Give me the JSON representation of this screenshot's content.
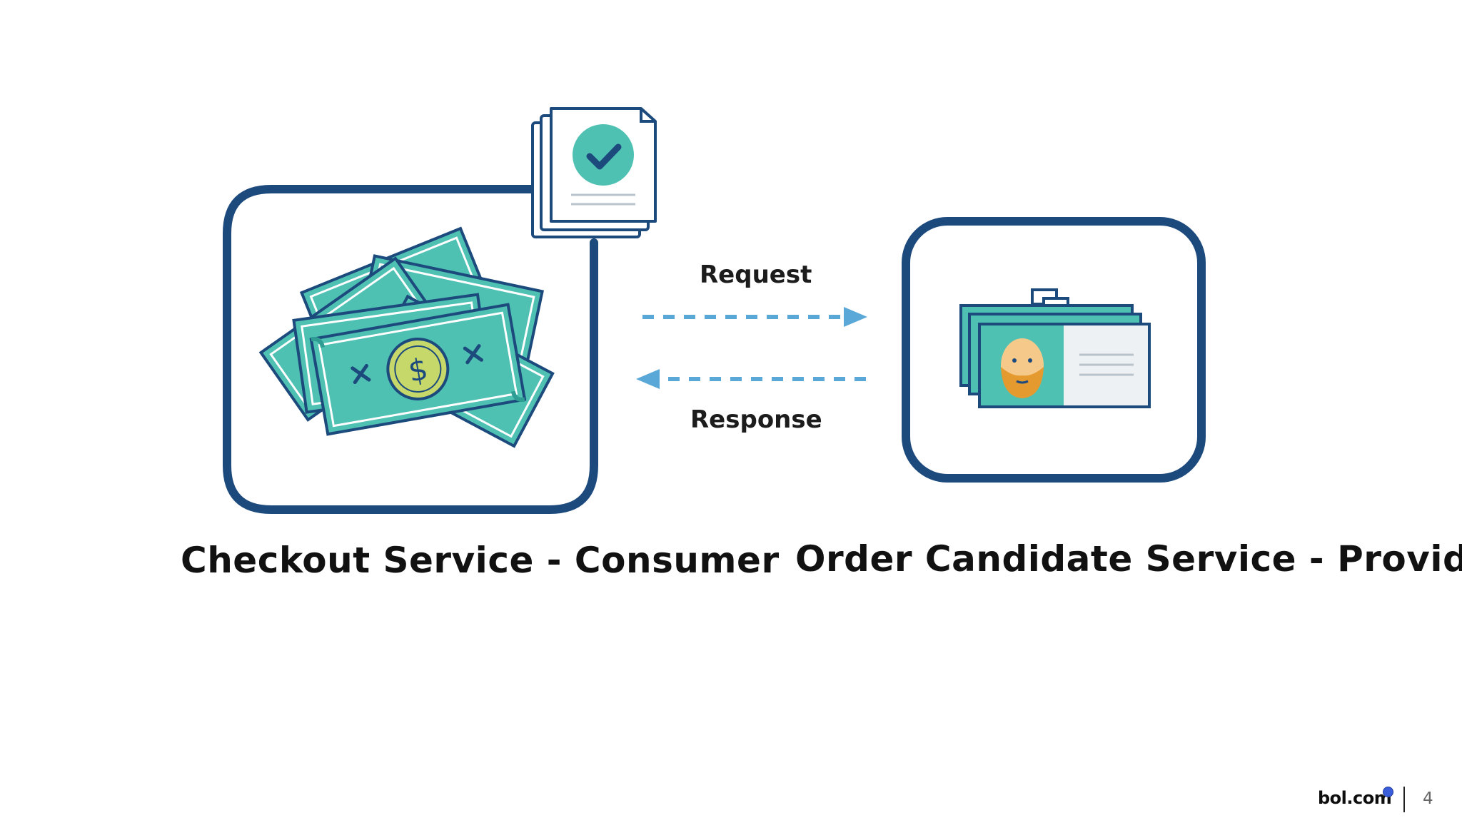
{
  "diagram": {
    "request_label": "Request",
    "response_label": "Response",
    "consumer_caption": "Checkout Service - Consumer",
    "provider_caption": "Order Candidate Service - Provider",
    "colors": {
      "frame": "#1d4a7d",
      "teal": "#4fc1b3",
      "teal_dark": "#2f9d93",
      "arrow": "#5aa8d8",
      "coin": "#c6d86a"
    },
    "icons": [
      "money-stack-icon",
      "contract-document-icon",
      "checkmark-icon",
      "id-cards-icon",
      "person-face-icon"
    ]
  },
  "footer": {
    "brand": "bol.com",
    "page_number": "4"
  }
}
